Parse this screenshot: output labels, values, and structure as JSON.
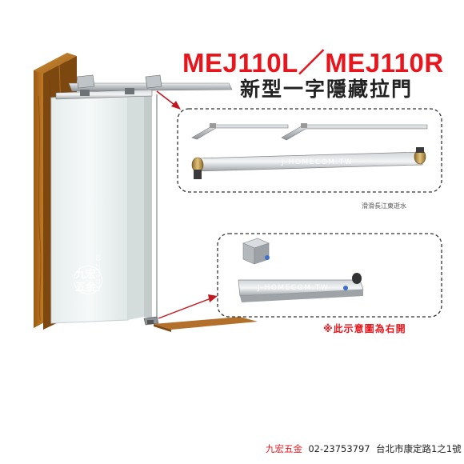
{
  "title": {
    "model": "MEJ110L／MEJ110R",
    "subtitle": "新型一字隱藏拉門"
  },
  "detail_top": {
    "watermark": "J-HOMECOM.TW",
    "caption": "滑滑長江東逝水"
  },
  "detail_bottom": {
    "watermark": "J-HOMECOM.TW"
  },
  "note": "※此示意圖為右開",
  "side_watermark": {
    "logo_line1": "九宏",
    "logo_line2": "五金",
    "phone": "02-23753797"
  },
  "footer": {
    "brand": "九宏五金",
    "phone": "02-23753797",
    "address": "台北市康定路1之1號"
  },
  "colors": {
    "accent": "#e8151c",
    "wood": "#b5701f",
    "dashed_border": "#333333"
  }
}
